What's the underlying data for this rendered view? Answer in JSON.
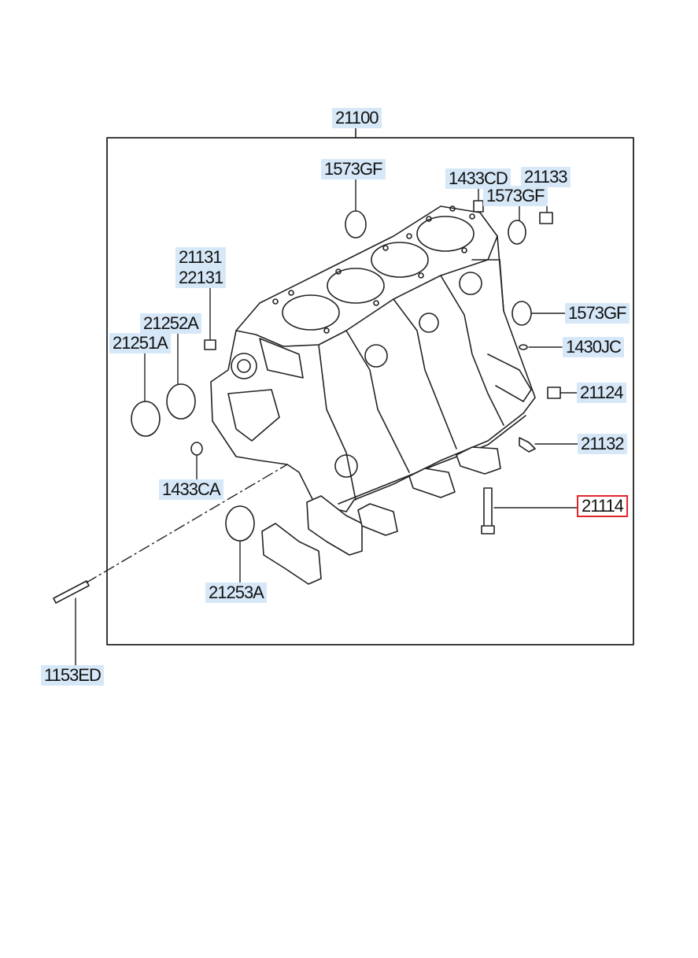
{
  "diagram": {
    "highlight_color": "#e0262d",
    "label_bg_color": "#d6e8f8",
    "parts": {
      "p21100": "21100",
      "p1573GF_top": "1573GF",
      "p1433CD": "1433CD",
      "p1573GF_mid": "1573GF",
      "p21133": "21133",
      "p21131": "21131",
      "p22131": "22131",
      "p21252A": "21252A",
      "p21251A": "21251A",
      "p1573GF_right": "1573GF",
      "p1430JC": "1430JC",
      "p21124": "21124",
      "p21132": "21132",
      "p21114": "21114",
      "p1433CA": "1433CA",
      "p21253A": "21253A",
      "p1153ED": "1153ED"
    },
    "selected_part": "21114"
  }
}
